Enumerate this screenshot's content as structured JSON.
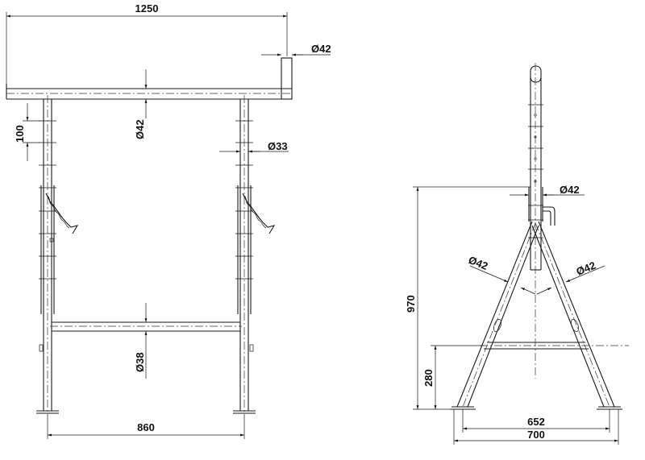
{
  "front_view": {
    "dim_width_top": "1250",
    "dim_pipe_top": "Ø42",
    "dim_crossbar": "Ø42",
    "dim_pitch": "100",
    "dim_post": "Ø33",
    "dim_lower_bar": "Ø38",
    "dim_span": "860"
  },
  "side_view": {
    "dim_upright": "Ø42",
    "dim_leg_left": "Ø42",
    "dim_leg_right": "Ø42",
    "dim_height": "970",
    "dim_brace_height": "280",
    "dim_inner_base": "652",
    "dim_outer_base": "700"
  },
  "colors": {
    "line": "#1a1a1a",
    "background": "#ffffff"
  }
}
